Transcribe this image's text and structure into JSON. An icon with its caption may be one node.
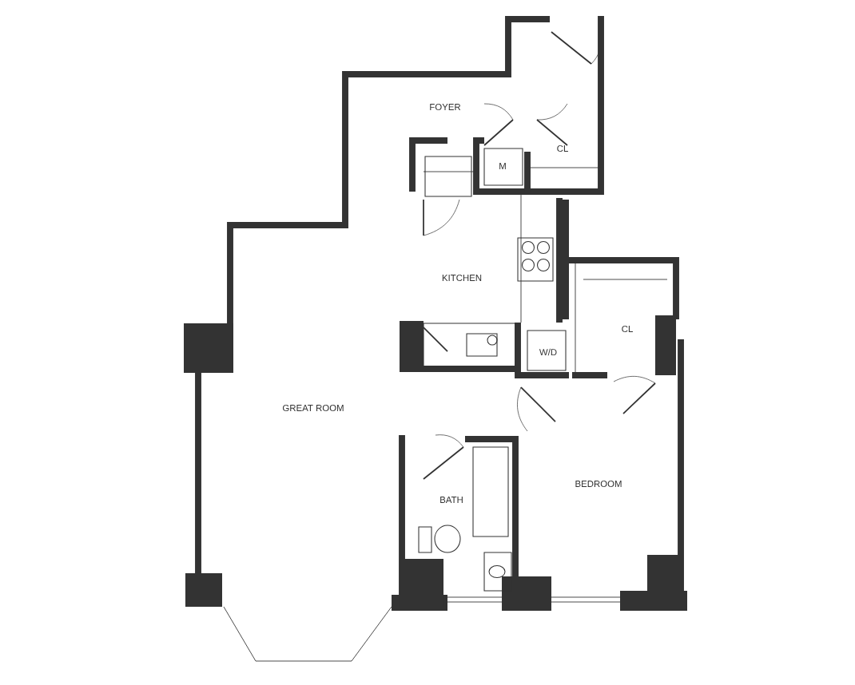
{
  "diagram": {
    "labels": [
      "FOYER",
      "M",
      "CL",
      "KITCHEN",
      "W/D",
      "CL",
      "GREAT ROOM",
      "BATH",
      "BEDROOM"
    ]
  }
}
